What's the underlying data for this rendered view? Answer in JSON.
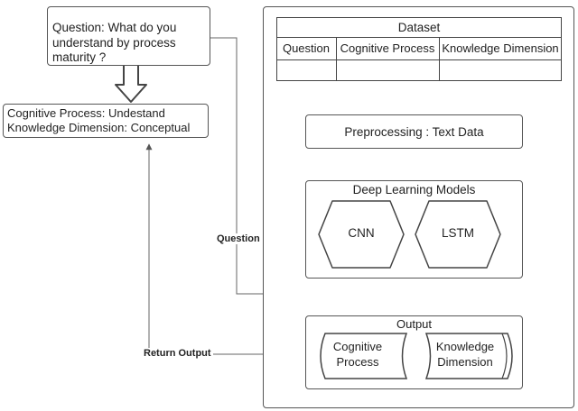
{
  "question_box": {
    "text_lines": [
      "Question: What do you",
      "understand by process",
      "maturity ?"
    ]
  },
  "result_box": {
    "line1": "Cognitive Process: Undestand",
    "line2": "Knowledge Dimension: Conceptual"
  },
  "dataset": {
    "title": "Dataset",
    "columns": [
      "Question",
      "Cognitive Process",
      "Knowledge Dimension"
    ]
  },
  "preprocessing": {
    "label": "Preprocessing : Text Data"
  },
  "models": {
    "title": "Deep Learning Models",
    "items": [
      "CNN",
      "LSTM"
    ]
  },
  "output": {
    "title": "Output",
    "items": [
      {
        "lines": [
          "Cognitive",
          "Process"
        ]
      },
      {
        "lines": [
          "Knowledge",
          "Dimension"
        ]
      }
    ]
  },
  "edges": {
    "question_label": "Question",
    "return_label": "Return Output"
  }
}
